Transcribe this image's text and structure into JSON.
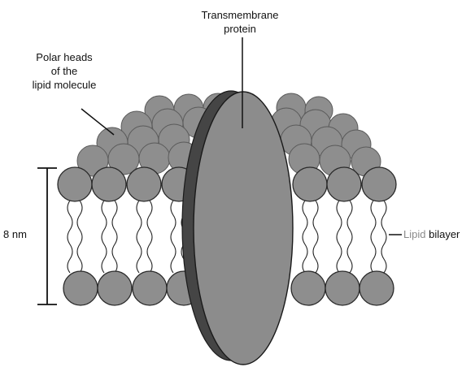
{
  "labels": {
    "polar_heads_line1": "Polar heads",
    "polar_heads_line2": "of the",
    "polar_heads_line3": "lipid molecule",
    "protein_line1": "Transmembrane",
    "protein_line2": "protein",
    "thickness": "8 nm",
    "bilayer_word1": "Lipid",
    "bilayer_word2": "bilayer"
  },
  "colors": {
    "head_fill": "#8e8e8e",
    "head_stroke": "#2a2a2a",
    "protein_fill": "#8c8c8c",
    "protein_shadow": "#454545",
    "line": "#111111",
    "lipid_word": "#8a8a8a"
  }
}
